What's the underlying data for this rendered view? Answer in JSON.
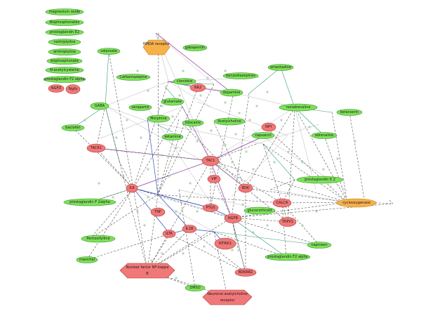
{
  "colors": {
    "green_fill": "#7fe05a",
    "green_stroke": "#2f9a22",
    "red_fill": "#f07878",
    "red_stroke": "#b83232",
    "orange_fill": "#f7b04a",
    "orange_stroke": "#c07a18",
    "edge_dark": "#555555",
    "edge_teal": "#3a9a7a",
    "edge_purple": "#8a3aa0",
    "edge_blue": "#3050c0",
    "edge_light": "#aaaaaa"
  },
  "nodes": {
    "magnesium_oxide": "magnesium oxide",
    "bisphosphonates": "Bisphosphonates",
    "prostaglandin_e2_legend": "prostaglandin E2",
    "nortriptyline": "nortriptyline",
    "amitriptyline": "amitriptyline",
    "bisphosphonate": "bisphosphonate",
    "n_acetylcysteine": "N-acetylcysteine",
    "prostaglandin_f2_alpha_legend": "prostaglandin F2 alpha",
    "ngfd": "NGFD",
    "ngfs": "Ngfs",
    "nmda_receptor": "NMDA receptor",
    "valproate": "valproate",
    "gabapentin": "gabapentin",
    "carbamazepine": "Carbamazepine",
    "clonidine": "clonidine",
    "benzodiazepines": "benzodiazepines",
    "amantadine": "amantadine",
    "gaba": "GABA",
    "verapamil": "verapamil",
    "glutamate": "glutamate",
    "nr2": "NR2",
    "dopamine": "dopamine",
    "noradrenaline": "noradrenaline",
    "morphine": "Morphine",
    "lidocaine": "lidocaine",
    "acetylcholine": "Acetylcholine",
    "npy": "NPY",
    "ketanserin": "ketanserin",
    "baclofen": "baclofen",
    "ketamine": "ketamine",
    "adrenaline": "adrenaline",
    "capsaicin": "capsaicin",
    "tacr1": "TACR1",
    "tac1": "TAC1",
    "vip": "VIP",
    "il6": "IL6",
    "bdk": "BDK",
    "prostaglandin_e2": "prostaglandin E 2",
    "calca": "CALCA",
    "cyclooxygenase": "cyclooxygenase",
    "prostaglandin_f_2alpha": "prostaglandin F 2alpha",
    "tnf": "TNF",
    "ptgs": "PTGS",
    "glucocorticoid": "glucocorticoid",
    "ngfb": "NGFB",
    "trpv1": "TRPV1",
    "pentoxifylline": "Pentoxifylline",
    "ilta": "ILTA",
    "il1b": "IL1B",
    "ntrk1": "NTRK1",
    "naproxen": "naproxen",
    "mannitol": "mannitol",
    "prostaglandin_f2_alpha": "prostaglandin F2 alpha",
    "nfkb_1": "Nuclear factor NF-kappa",
    "nfkb_2": "B",
    "bdkrb2": "BDKRB2",
    "dmso": "DMSO",
    "nachr_1": "Neuronal acetylcholine",
    "nachr_2": "receptor"
  }
}
